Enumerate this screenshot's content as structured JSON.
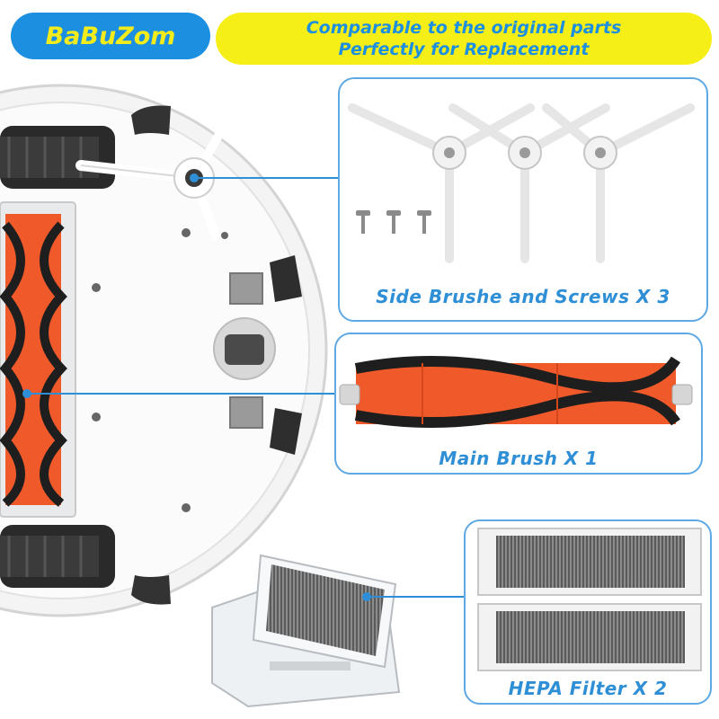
{
  "header": {
    "brand": "BaBuZom",
    "tagline_line1": "Comparable to the original parts",
    "tagline_line2": "Perfectly for Replacement"
  },
  "parts": [
    {
      "label": "Side Brushe and Screws X 3",
      "icon": "side-brush-icon"
    },
    {
      "label": "Main Brush X 1",
      "icon": "main-brush-icon"
    },
    {
      "label": "HEPA Filter X 2",
      "icon": "hepa-filter-icon"
    }
  ],
  "colors": {
    "brand_bg": "#1d8fe0",
    "brand_text": "#f3ec1c",
    "tagline_bg": "#f5ef17",
    "tagline_text": "#1d8fe0",
    "accent": "#2e8fd6",
    "panel_border": "#5ea9e3",
    "brush_orange": "#f05a2a"
  }
}
